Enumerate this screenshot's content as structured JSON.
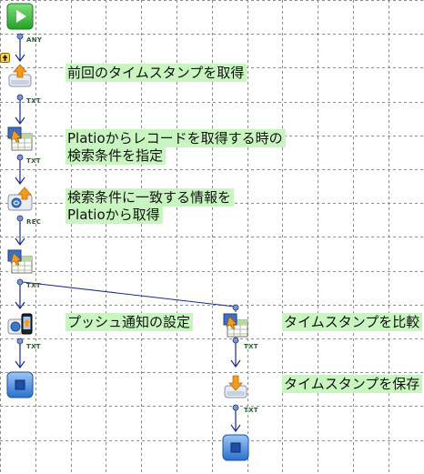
{
  "labels": {
    "get_last_timestamp": "前回のタイムスタンプを取得",
    "search_condition_line1": "Platioからレコードを取得する時の",
    "search_condition_line2": "検索条件を指定",
    "fetch_line1": "検索条件に一致する情報を",
    "fetch_line2": "Platioから取得",
    "push_setting": "プッシュ通知の設定",
    "compare_timestamp": "タイムスタンプを比較",
    "save_timestamp": "タイムスタンプを保存"
  },
  "port_types": {
    "start": "ANY",
    "after_get": "TXT",
    "after_condition": "TXT",
    "after_fetch": "REC",
    "after_table": "TXT",
    "after_push": "TXT",
    "after_compare": "TXT",
    "after_save": "TXT"
  },
  "icons": {
    "start": "play-icon",
    "get": "upload-tray-icon",
    "condition": "table-edit-icon",
    "fetch": "network-upload-icon",
    "table": "table-edit-icon",
    "push": "mobile-push-icon",
    "end": "stop-icon",
    "compare": "table-edit-icon",
    "save": "download-tray-icon"
  },
  "colors": {
    "label_bg": "#c9f5c1",
    "start": "#3bbf3b",
    "end": "#2f78d6",
    "wire": "#1a2a8a"
  }
}
